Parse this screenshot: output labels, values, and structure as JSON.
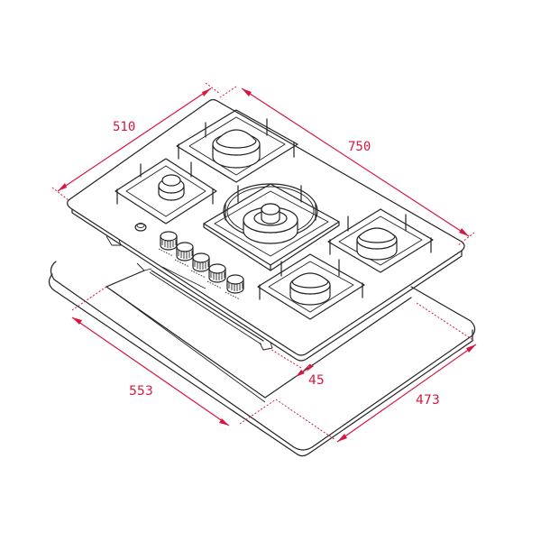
{
  "colors": {
    "dimension": "#d6173f",
    "line": "#222222",
    "background": "#ffffff"
  },
  "diagram": {
    "subject": "gas hob installation dimensions",
    "units": "mm",
    "dimensions": {
      "width_depth": {
        "label": "510"
      },
      "width_length": {
        "label": "750"
      },
      "cutout_length": {
        "label": "553"
      },
      "cutout_depth": {
        "label": "473"
      },
      "edge_offset": {
        "label": "45"
      }
    },
    "burners": [
      {
        "name": "auxiliary-burner-left"
      },
      {
        "name": "semi-rapid-burner-back-left"
      },
      {
        "name": "wok-burner-center"
      },
      {
        "name": "semi-rapid-burner-right"
      },
      {
        "name": "rapid-burner-front"
      }
    ],
    "control_knobs": {
      "count": 5
    },
    "ignition_button": {
      "count": 1
    }
  }
}
